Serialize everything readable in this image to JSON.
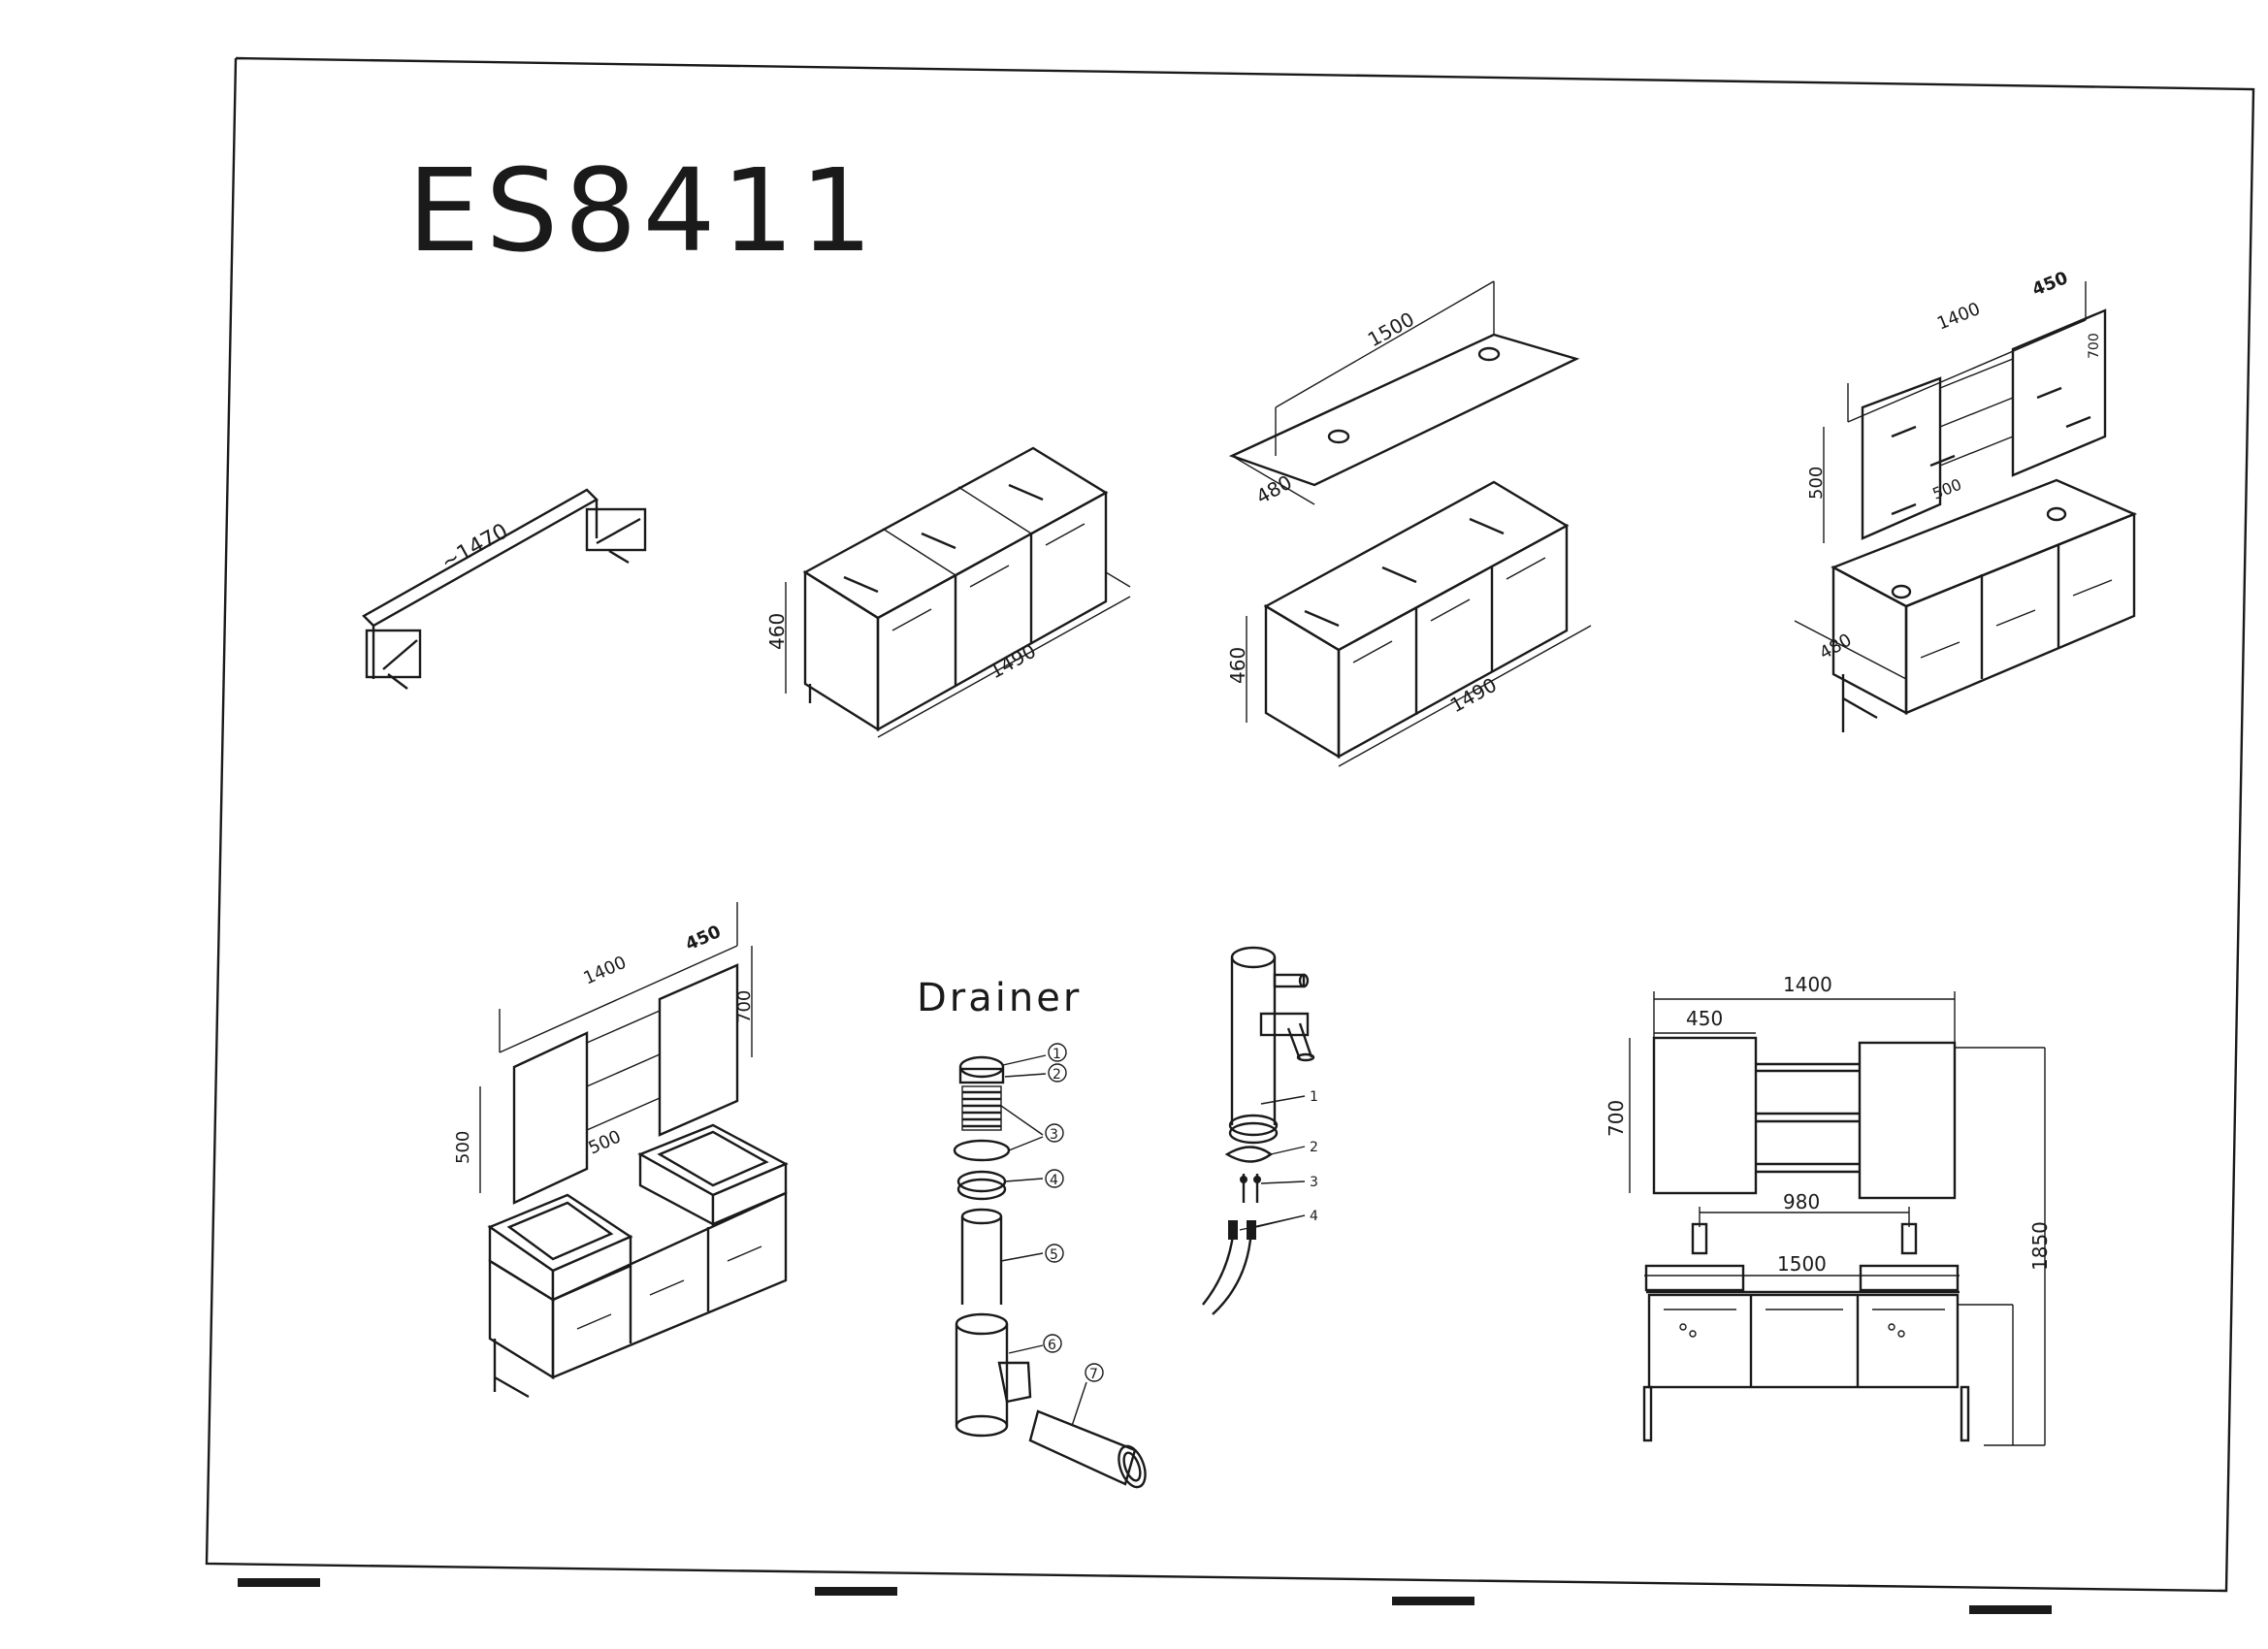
{
  "title": "ES8411",
  "views": {
    "bracket": {
      "length": "~1470"
    },
    "cabinet1": {
      "height": "460",
      "length": "1490"
    },
    "top_and_cabinet": {
      "top_length": "1500",
      "top_depth": "480",
      "height": "460",
      "length": "1490"
    },
    "mirror_assembly": {
      "width": "1400",
      "door": "450",
      "height": "700",
      "drop": "500",
      "depth": "480",
      "inner": "500"
    },
    "assembled": {
      "width": "1400",
      "door": "450",
      "height": "700",
      "drop": "500",
      "inner": "500"
    },
    "drainer": {
      "label": "Drainer",
      "parts": [
        "1",
        "2",
        "3",
        "4",
        "5",
        "6",
        "7"
      ]
    },
    "faucet": {
      "parts": [
        "1",
        "2",
        "3",
        "4"
      ]
    },
    "front_elevation": {
      "width": "1400",
      "door": "450",
      "mirror_height": "700",
      "basin_spacing": "980",
      "top_length": "1500",
      "overall_height": "1850"
    }
  }
}
